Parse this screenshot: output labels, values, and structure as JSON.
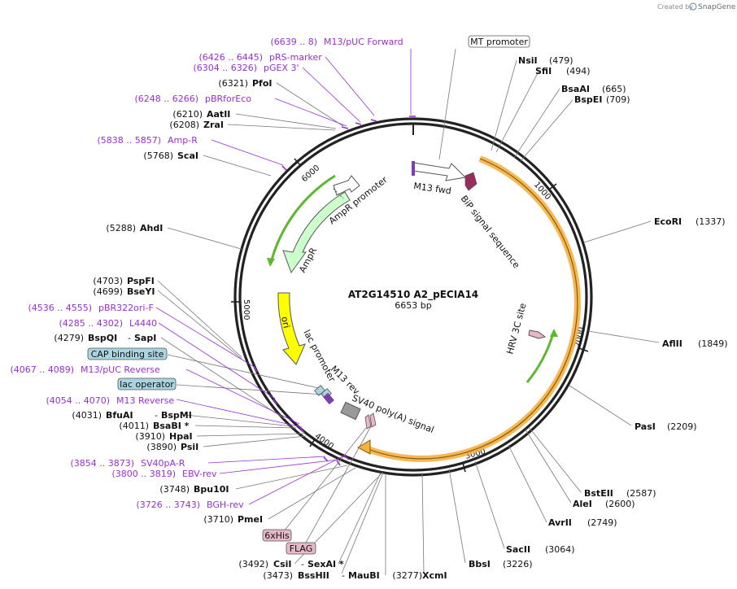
{
  "plasmid": {
    "name": "AT2G14510 A2_pECIA14",
    "length": "6653 bp"
  },
  "credit": {
    "prefix": "Created by",
    "brand": "SnapGene"
  },
  "ticks": [
    "1000",
    "2000",
    "3000",
    "4000",
    "5000",
    "6000"
  ],
  "enzymes": [
    {
      "id": "nsii",
      "name": "NsiI",
      "pos": "(479)"
    },
    {
      "id": "sfii",
      "name": "SfiI",
      "pos": "(494)"
    },
    {
      "id": "bsaai",
      "name": "BsaAI",
      "pos": "(665)"
    },
    {
      "id": "bspei",
      "name": "BspEI",
      "pos": "(709)"
    },
    {
      "id": "ecori",
      "name": "EcoRI",
      "pos": "(1337)"
    },
    {
      "id": "aflii",
      "name": "AflII",
      "pos": "(1849)"
    },
    {
      "id": "pasi",
      "name": "PasI",
      "pos": "(2209)"
    },
    {
      "id": "bsteii",
      "name": "BstEII",
      "pos": "(2587)"
    },
    {
      "id": "alei",
      "name": "AleI",
      "pos": "(2600)"
    },
    {
      "id": "avrii",
      "name": "AvrII",
      "pos": "(2749)"
    },
    {
      "id": "sacii",
      "name": "SacII",
      "pos": "(3064)"
    },
    {
      "id": "bbsi",
      "name": "BbsI",
      "pos": "(3226)"
    },
    {
      "id": "xcmi",
      "name": "XcmI",
      "pos": "(3277)"
    },
    {
      "id": "maubi",
      "name": "MauBI",
      "pos": ""
    },
    {
      "id": "bsshii",
      "name": "BssHII",
      "pos": "(3473)"
    },
    {
      "id": "sexai",
      "name": "SexAI *",
      "pos": ""
    },
    {
      "id": "csii",
      "name": "CsiI",
      "pos": "(3492)"
    },
    {
      "id": "pmei",
      "name": "PmeI",
      "pos": "(3710)"
    },
    {
      "id": "bpu10i",
      "name": "Bpu10I",
      "pos": "(3748)"
    },
    {
      "id": "psii",
      "name": "PsiI",
      "pos": "(3890)"
    },
    {
      "id": "hpai",
      "name": "HpaI",
      "pos": "(3910)"
    },
    {
      "id": "bsabi",
      "name": "BsaBI *",
      "pos": "(4011)"
    },
    {
      "id": "bspmi",
      "name": "BspMI",
      "pos": ""
    },
    {
      "id": "bfuai",
      "name": "BfuAI",
      "pos": "(4031)"
    },
    {
      "id": "sapi",
      "name": "SapI",
      "pos": ""
    },
    {
      "id": "bspqi",
      "name": "BspQI",
      "pos": "(4279)"
    },
    {
      "id": "bseyi",
      "name": "BseYI",
      "pos": "(4699)"
    },
    {
      "id": "pspfi",
      "name": "PspFI",
      "pos": "(4703)"
    },
    {
      "id": "ahdi",
      "name": "AhdI",
      "pos": "(5288)"
    },
    {
      "id": "scai",
      "name": "ScaI",
      "pos": "(5768)"
    },
    {
      "id": "zrai",
      "name": "ZraI",
      "pos": "(6208)"
    },
    {
      "id": "aatii",
      "name": "AatII",
      "pos": "(6210)"
    },
    {
      "id": "pfoi",
      "name": "PfoI",
      "pos": "(6321)"
    }
  ],
  "primers": [
    {
      "id": "m13pucfwd",
      "range": "(6639 .. 8)",
      "name": "M13/pUC Forward"
    },
    {
      "id": "prsmarker",
      "range": "(6426 .. 6445)",
      "name": "pRS-marker"
    },
    {
      "id": "pgex3",
      "range": "(6304 .. 6326)",
      "name": "pGEX 3'"
    },
    {
      "id": "pbrforeco",
      "range": "(6248 .. 6266)",
      "name": "pBRforEco"
    },
    {
      "id": "ampr",
      "range": "(5838 .. 5857)",
      "name": "Amp-R"
    },
    {
      "id": "pbr322ori",
      "range": "(4536 .. 4555)",
      "name": "pBR322ori-F"
    },
    {
      "id": "l4440",
      "range": "(4285 .. 4302)",
      "name": "L4440"
    },
    {
      "id": "m13pucrev",
      "range": "(4067 .. 4089)",
      "name": "M13/pUC Reverse"
    },
    {
      "id": "m13reverse",
      "range": "(4054 .. 4070)",
      "name": "M13 Reverse"
    },
    {
      "id": "sv40par",
      "range": "(3854 .. 3873)",
      "name": "SV40pA-R"
    },
    {
      "id": "ebvrev",
      "range": "(3800 .. 3819)",
      "name": "EBV-rev"
    },
    {
      "id": "bghrev",
      "range": "(3726 .. 3743)",
      "name": "BGH-rev"
    }
  ],
  "boxed_features": [
    {
      "id": "mtpromoter",
      "label": "MT promoter"
    },
    {
      "id": "capsite",
      "label": "CAP binding site"
    },
    {
      "id": "lacop",
      "label": "lac operator"
    },
    {
      "id": "his",
      "label": "6xHis"
    },
    {
      "id": "flag",
      "label": "FLAG"
    }
  ],
  "features": {
    "m13fwd": "M13 fwd",
    "bip": "BiP signal sequence",
    "hrv": "HRV 3C site",
    "sv40": "SV40 poly(A) signal",
    "m13rev": "M13 rev",
    "lacpromoter": "lac promoter",
    "ori": "ori",
    "ampr": "AmpR",
    "amprpromoter": "AmpR promoter"
  },
  "colors": {
    "primer": "#9a2fd6",
    "orf": "#f5b041",
    "ori": "#ffff00",
    "ampr": "#ccffcc",
    "bip": "#9b2d5c",
    "box_blue": "#a9d4e0",
    "box_pink": "#e5b7c8"
  }
}
